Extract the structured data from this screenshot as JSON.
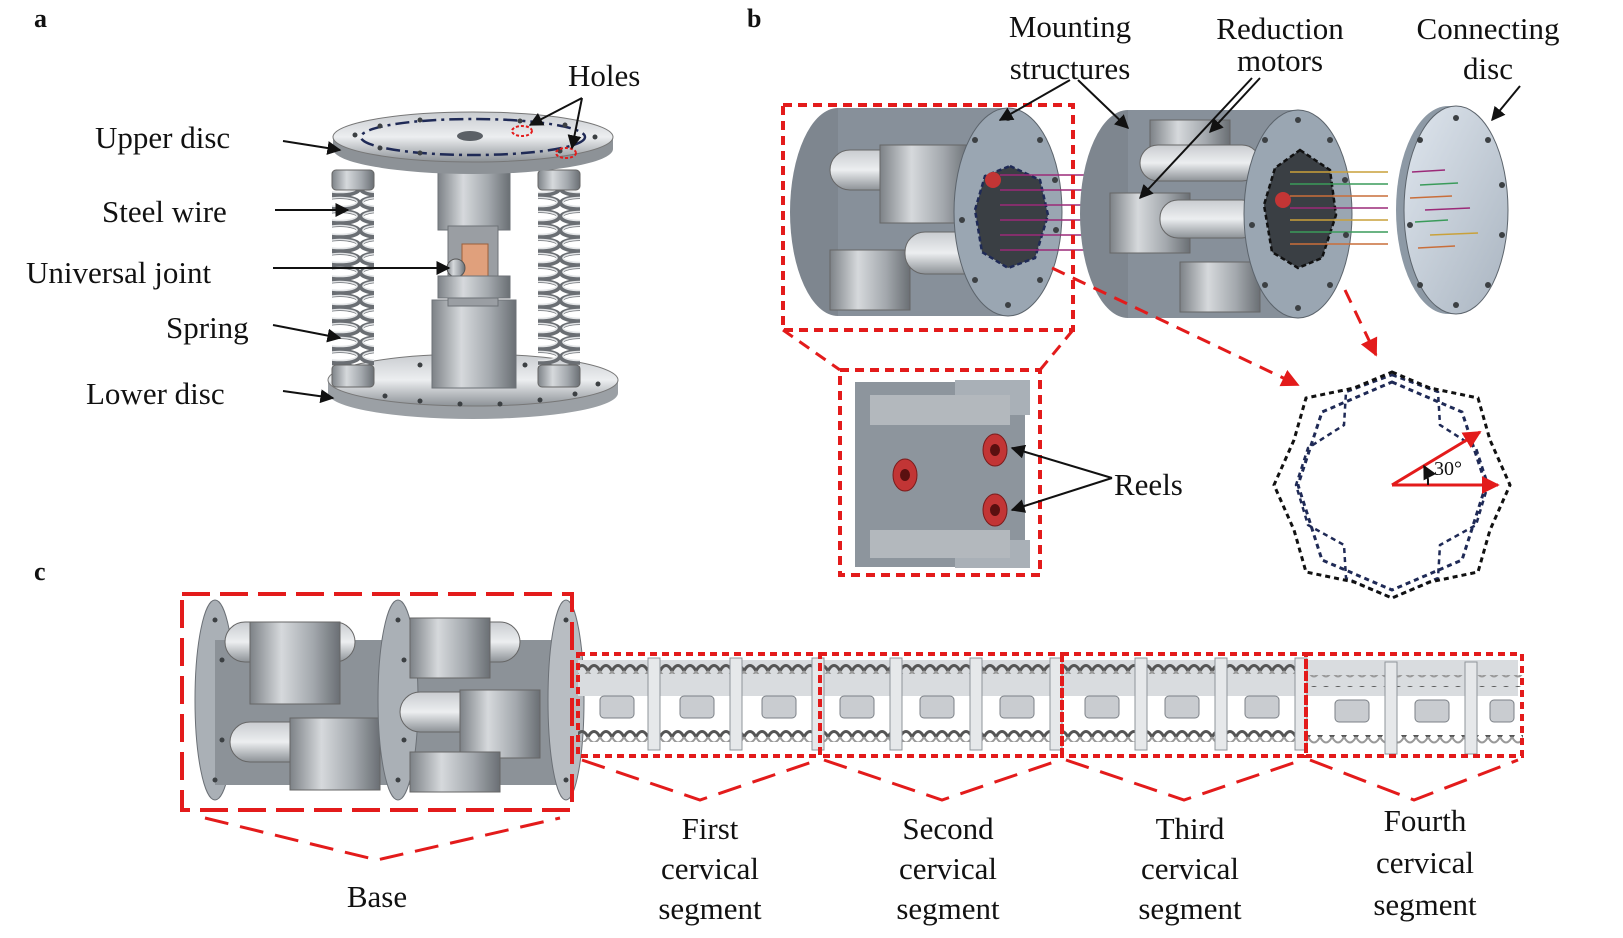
{
  "panels": {
    "a": {
      "letter": "a",
      "labels": {
        "upper_disc": "Upper disc",
        "steel_wire": "Steel wire",
        "universal_joint": "Universal joint",
        "spring": "Spring",
        "lower_disc": "Lower disc",
        "holes": "Holes"
      }
    },
    "b": {
      "letter": "b",
      "labels": {
        "mounting_1": "Mounting",
        "mounting_2": "structures",
        "reduction_1": "Reduction",
        "reduction_2": "motors",
        "connecting_1": "Connecting",
        "connecting_2": "disc",
        "reels": "Reels",
        "angle": "30°"
      }
    },
    "c": {
      "letter": "c",
      "labels": {
        "base": "Base",
        "seg1": [
          "First",
          "cervical",
          "segment"
        ],
        "seg2": [
          "Second",
          "cervical",
          "segment"
        ],
        "seg3": [
          "Third",
          "cervical",
          "segment"
        ],
        "seg4": [
          "Fourth",
          "cervical",
          "segment"
        ]
      }
    }
  },
  "colors": {
    "highlight": "#e31b1b",
    "metal": "#a9adb2",
    "metal_dark": "#6e7378",
    "reel": "#c23535",
    "navy_dash": "#1f2a56"
  }
}
